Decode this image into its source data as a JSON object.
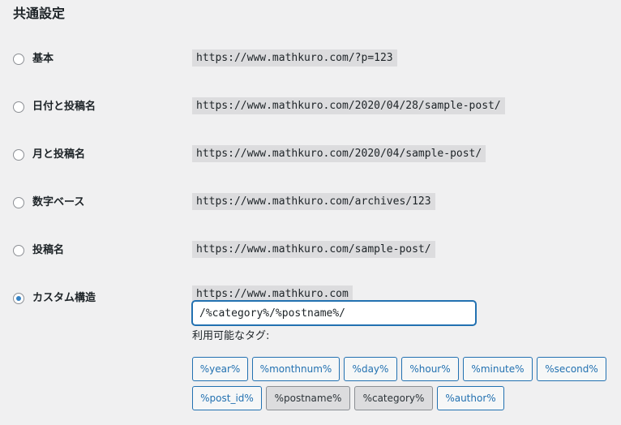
{
  "section": {
    "title": "共通設定"
  },
  "options": [
    {
      "label": "基本",
      "example": "https://www.mathkuro.com/?p=123",
      "checked": false
    },
    {
      "label": "日付と投稿名",
      "example": "https://www.mathkuro.com/2020/04/28/sample-post/",
      "checked": false
    },
    {
      "label": "月と投稿名",
      "example": "https://www.mathkuro.com/2020/04/sample-post/",
      "checked": false
    },
    {
      "label": "数字ベース",
      "example": "https://www.mathkuro.com/archives/123",
      "checked": false
    },
    {
      "label": "投稿名",
      "example": "https://www.mathkuro.com/sample-post/",
      "checked": false
    }
  ],
  "custom": {
    "label": "カスタム構造",
    "base_url": "https://www.mathkuro.com",
    "value": "/%category%/%postname%/",
    "checked": true
  },
  "tags": {
    "label": "利用可能なタグ:",
    "row1": [
      "%year%",
      "%monthnum%",
      "%day%",
      "%hour%",
      "%minute%",
      "%second%"
    ],
    "row2": [
      "%post_id%",
      "%postname%",
      "%category%",
      "%author%"
    ],
    "active": [
      "%postname%",
      "%category%"
    ]
  },
  "colors": {
    "accent": "#2271b1",
    "radio_dot": "#3582c4",
    "code_bg": "#dcdcde",
    "page_bg": "#f0f0f1"
  }
}
